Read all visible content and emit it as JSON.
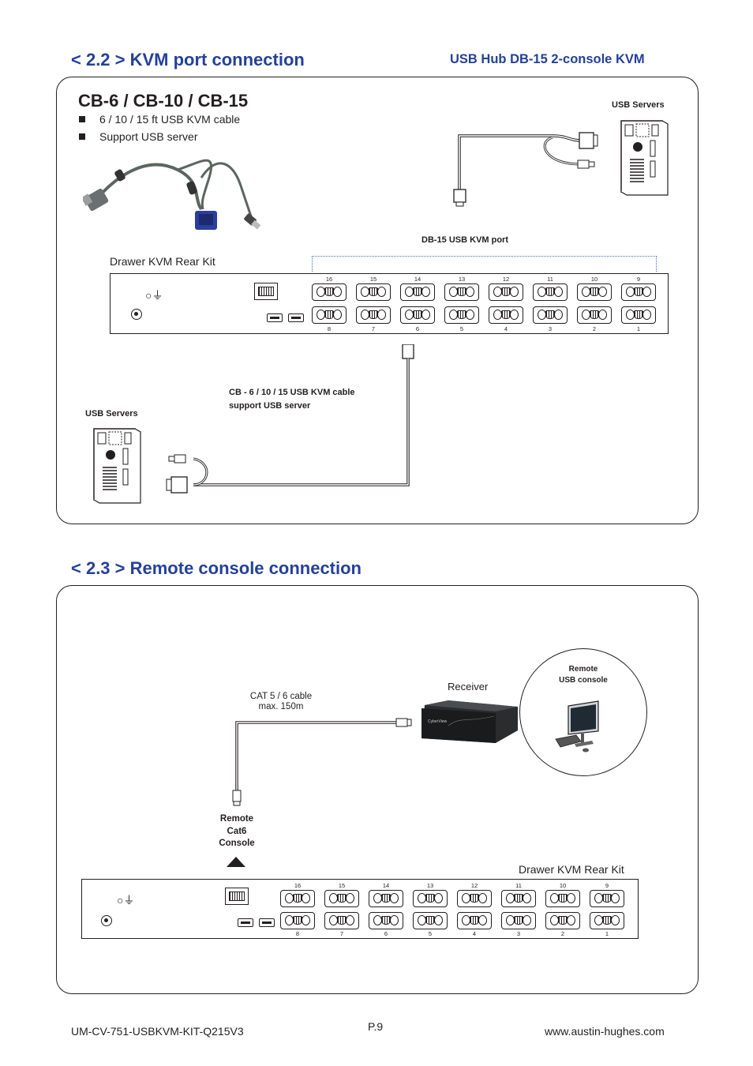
{
  "section_kvm": {
    "title": "< 2.2 > KVM port connection",
    "subtitle": "USB Hub  DB-15 2-console KVM",
    "cable_title": "CB-6 / CB-10 / CB-15",
    "bullets": [
      "6 / 10 / 15 ft USB KVM cable",
      "Support USB server"
    ],
    "usb_servers_top": "USB Servers",
    "db15_port_label": "DB-15 USB KVM port",
    "drawer_label": "Drawer KVM Rear Kit",
    "cable_label_line1": "CB - 6 / 10 / 15 USB KVM cable",
    "cable_label_line2": "support USB server",
    "usb_servers_bottom": "USB Servers",
    "top_ports": [
      "16",
      "15",
      "14",
      "13",
      "12",
      "11",
      "10",
      "9"
    ],
    "bottom_ports": [
      "8",
      "7",
      "6",
      "5",
      "4",
      "3",
      "2",
      "1"
    ]
  },
  "section_remote": {
    "title": "< 2.3 > Remote console connection",
    "remote_console_line1": "Remote",
    "remote_console_line2": "USB console",
    "receiver_label": "Receiver",
    "cat_label_line1": "CAT 5 / 6 cable",
    "cat_label_line2": "max. 150m",
    "remote_cat6_line1": "Remote",
    "remote_cat6_line2": "Cat6",
    "remote_cat6_line3": "Console",
    "drawer_label": "Drawer KVM Rear Kit",
    "receiver_brand": "CyberView",
    "top_ports": [
      "16",
      "15",
      "14",
      "13",
      "12",
      "11",
      "10",
      "9"
    ],
    "bottom_ports": [
      "8",
      "7",
      "6",
      "5",
      "4",
      "3",
      "2",
      "1"
    ]
  },
  "footer": {
    "doc_id": "UM-CV-751-USBKVM-KIT-Q215V3",
    "page": "P.9",
    "website": "www.austin-hughes.com"
  },
  "colors": {
    "heading_blue": "#24419a",
    "line": "#231f20"
  }
}
